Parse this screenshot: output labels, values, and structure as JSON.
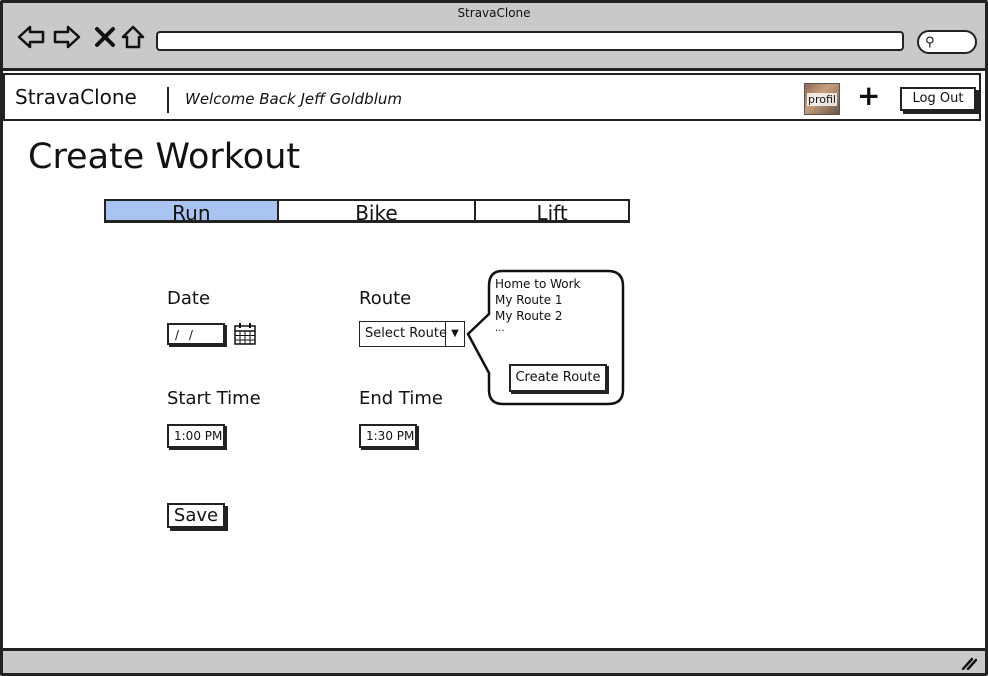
{
  "window": {
    "title": "StravaClone"
  },
  "app": {
    "name": "StravaClone",
    "welcome": "Welcome Back Jeff Goldblum",
    "avatar_label": "profil",
    "add_label": "+",
    "logout_label": "Log Out"
  },
  "page": {
    "title": "Create Workout",
    "tabs": [
      {
        "label": "Run",
        "active": true
      },
      {
        "label": "Bike",
        "active": false
      },
      {
        "label": "Lift",
        "active": false
      }
    ],
    "date": {
      "label": "Date",
      "value": "/ /"
    },
    "route": {
      "label": "Route",
      "select_value": "Select Route",
      "options": [
        "Home to Work",
        "My Route 1",
        "My Route 2",
        "..."
      ],
      "create_label": "Create Route"
    },
    "start_time": {
      "label": "Start Time",
      "value": "1:00 PM"
    },
    "end_time": {
      "label": "End Time",
      "value": "1:30 PM"
    },
    "save_label": "Save"
  },
  "colors": {
    "active_tab": "#a9c4f0",
    "chrome": "#c9c9c9"
  },
  "icons": [
    "back-icon",
    "forward-icon",
    "close-icon",
    "home-icon",
    "search-icon",
    "calendar-icon",
    "resize-icon",
    "dropdown-arrow-icon"
  ]
}
